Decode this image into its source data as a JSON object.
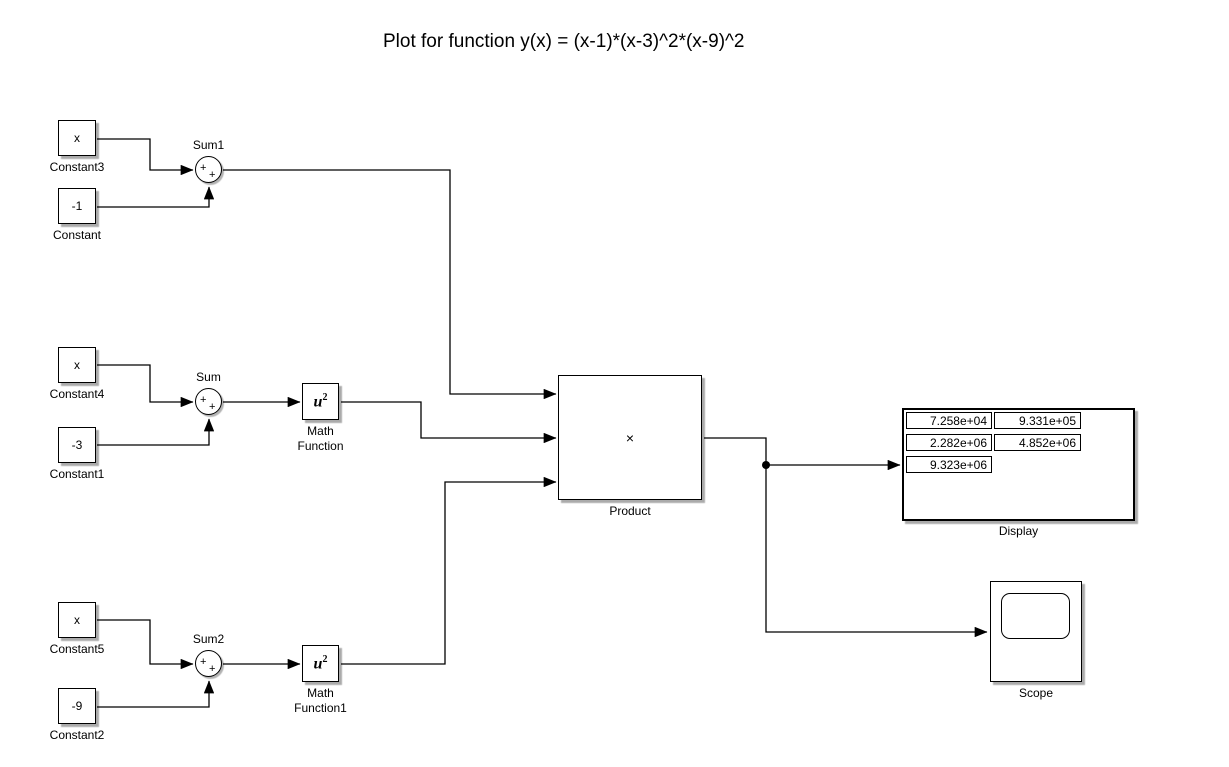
{
  "title": "Plot for function y(x) = (x-1)*(x-3)^2*(x-9)^2",
  "colors": {
    "background": "#ffffff",
    "line": "#000000",
    "shadow": "#a6a6a6"
  },
  "blocks": {
    "constant3": {
      "value": "x",
      "label": "Constant3"
    },
    "constant": {
      "value": "-1",
      "label": "Constant"
    },
    "constant4": {
      "value": "x",
      "label": "Constant4"
    },
    "constant1": {
      "value": "-3",
      "label": "Constant1"
    },
    "constant5": {
      "value": "x",
      "label": "Constant5"
    },
    "constant2": {
      "value": "-9",
      "label": "Constant2"
    },
    "sum1": {
      "label": "Sum1",
      "plus1": "+",
      "plus2": "+"
    },
    "sum": {
      "label": "Sum",
      "plus1": "+",
      "plus2": "+"
    },
    "sum2": {
      "label": "Sum2",
      "plus1": "+",
      "plus2": "+"
    },
    "math_function": {
      "base": "u",
      "exponent": "2",
      "label1": "Math",
      "label2": "Function"
    },
    "math_function1": {
      "base": "u",
      "exponent": "2",
      "label1": "Math",
      "label2": "Function1"
    },
    "product": {
      "symbol": "×",
      "label": "Product"
    },
    "display": {
      "label": "Display",
      "values": [
        "7.258e+04",
        "9.331e+05",
        "2.282e+06",
        "4.852e+06",
        "9.323e+06"
      ]
    },
    "scope": {
      "label": "Scope"
    }
  }
}
